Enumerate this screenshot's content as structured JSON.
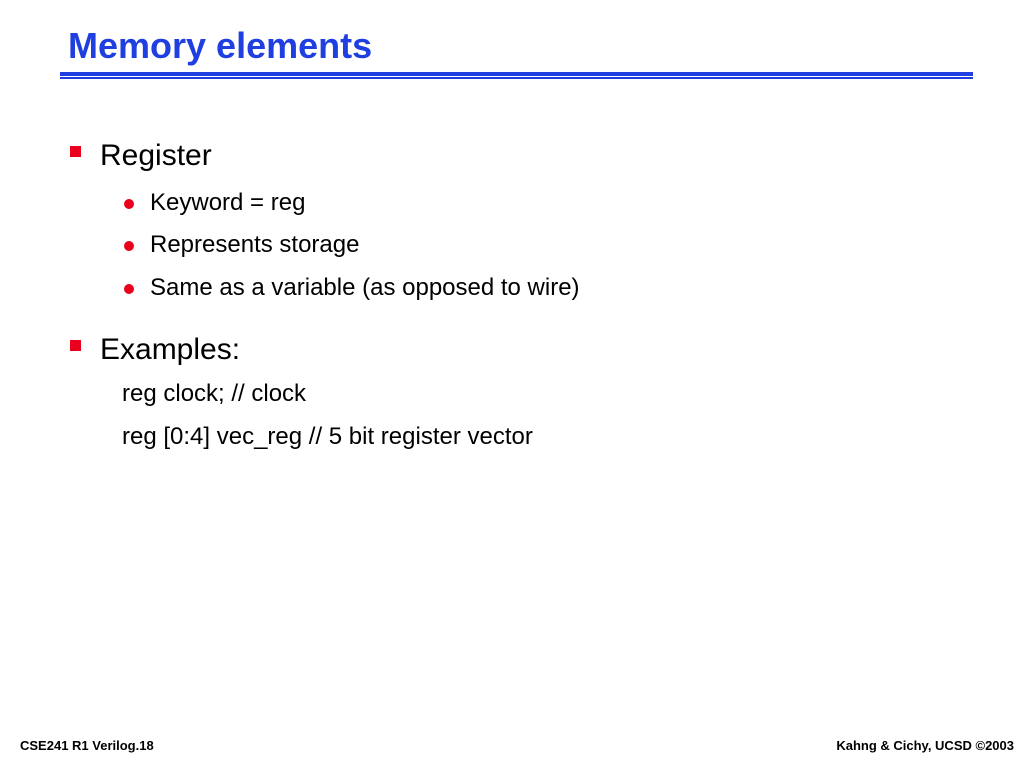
{
  "slide": {
    "title": "Memory elements"
  },
  "colors": {
    "title": "#1f3fe0",
    "rule": "#1f3fe0",
    "bullet_l1": "#e8001c",
    "bullet_l2": "#e8001c"
  },
  "bullets": [
    {
      "text": "Register",
      "icon": "red-square-bullet",
      "sub_bullets": [
        {
          "text": "Keyword  = reg",
          "icon": "red-dot-bullet"
        },
        {
          "text": "Represents storage",
          "icon": "red-dot-bullet"
        },
        {
          "text": "Same as a variable (as opposed to wire)",
          "icon": "red-dot-bullet"
        }
      ]
    },
    {
      "text": "Examples:",
      "icon": "red-square-bullet",
      "code_lines": [
        "reg clock; // clock",
        "reg [0:4] vec_reg // 5 bit register vector"
      ]
    }
  ],
  "footer": {
    "left": "CSE241  R1 Verilog.18",
    "right": "Kahng & Cichy, UCSD ©2003"
  }
}
